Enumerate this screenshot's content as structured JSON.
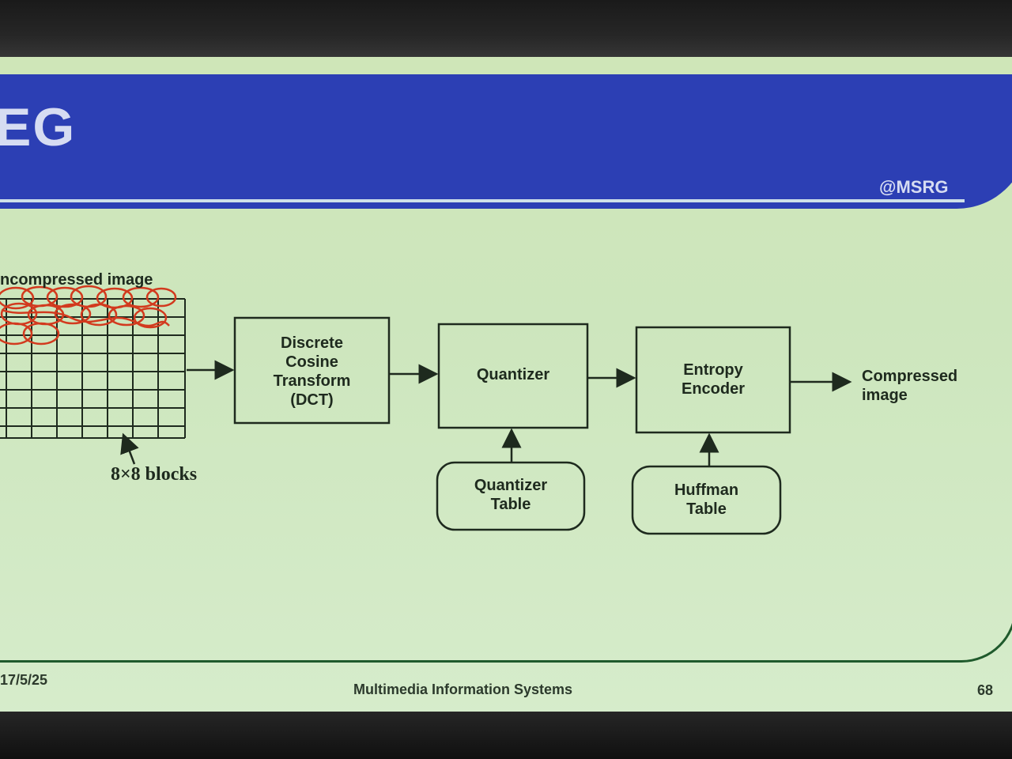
{
  "slide": {
    "title": "EG",
    "watermark": "@MSRG"
  },
  "diagram": {
    "input_label": "ncompressed image",
    "blocks_label": "8×8 blocks",
    "dct": [
      "Discrete",
      "Cosine",
      "Transform",
      "(DCT)"
    ],
    "quantizer": "Quantizer",
    "entropy": [
      "Entropy",
      "Encoder"
    ],
    "quant_table": [
      "Quantizer",
      "Table"
    ],
    "huffman_table": [
      "Huffman",
      "Table"
    ],
    "output": [
      "Compressed",
      "image"
    ]
  },
  "footer": {
    "date": "17/5/25",
    "course": "Multimedia  Information  Systems",
    "page": "68"
  },
  "colors": {
    "header": "#2c3fb4",
    "background": "#cfe6b8",
    "annotation": "#d23a1e",
    "frame": "#1f5a2c"
  }
}
